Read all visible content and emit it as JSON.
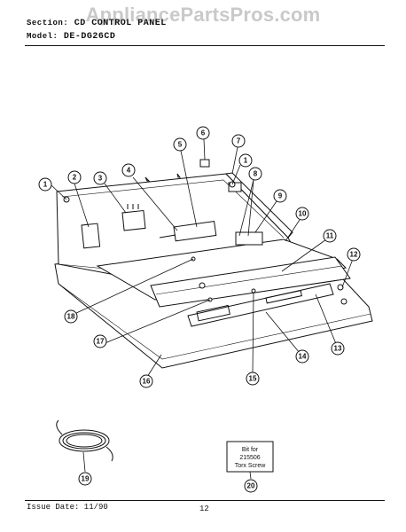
{
  "watermark": "AppliancePartsPros.com",
  "header": {
    "section_key": "Section:",
    "section_value": "CD CONTROL PANEL",
    "model_key": "Model:",
    "model_value": "DE-DG26CD"
  },
  "footer": {
    "issue_date": "Issue Date: 11/90",
    "page_number": "12"
  },
  "bit_label": {
    "line1": "Bit for",
    "line2": "215506",
    "line3": "Torx Screw"
  },
  "callouts": [
    "1",
    "2",
    "3",
    "4",
    "5",
    "6",
    "7",
    "8",
    "1",
    "9",
    "10",
    "11",
    "12",
    "13",
    "14",
    "15",
    "16",
    "17",
    "18",
    "19",
    "20"
  ]
}
